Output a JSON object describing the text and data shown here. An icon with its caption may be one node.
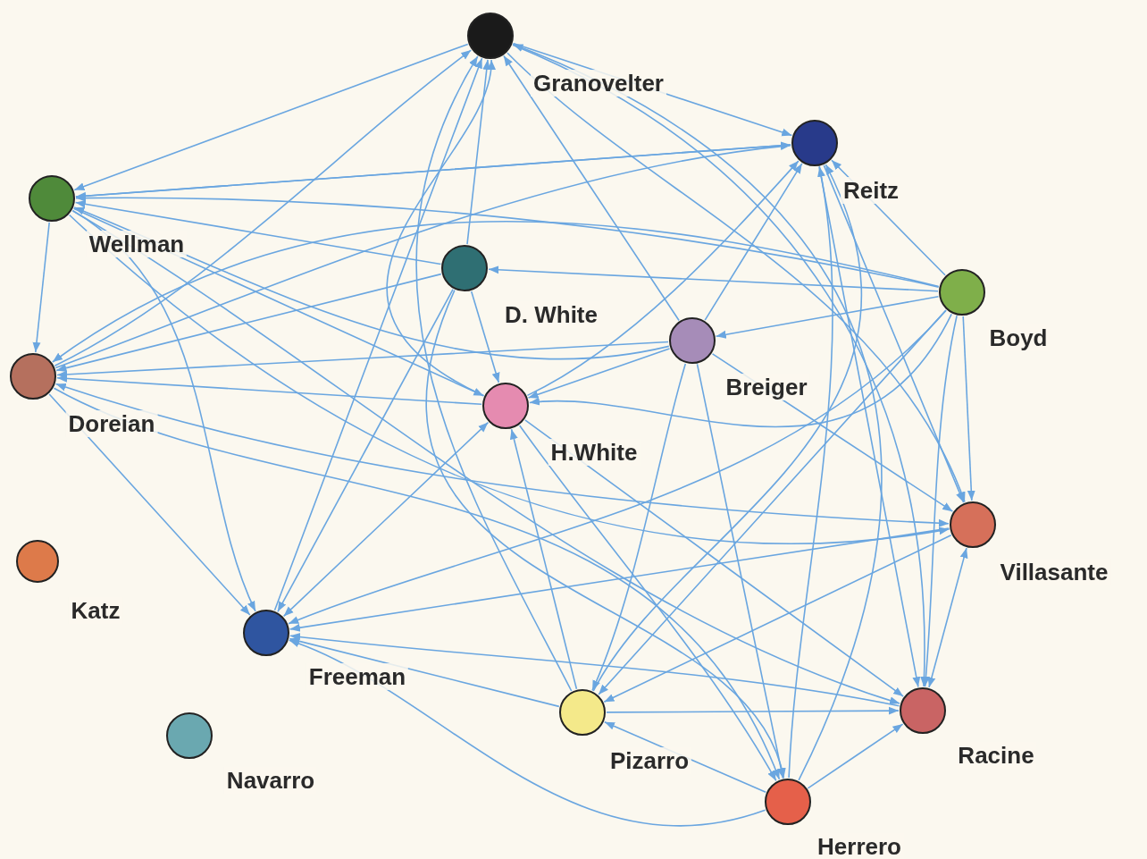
{
  "diagram": {
    "nodes": [
      {
        "text": [
          "Granovelter"
        ]
      },
      {
        "text": [
          "Reitz"
        ]
      },
      {
        "text": [
          "Wellman"
        ]
      },
      {
        "text": [
          "D. White"
        ]
      },
      {
        "text": [
          "Boyd"
        ]
      },
      {
        "text": [
          "Breiger"
        ]
      },
      {
        "text": [
          "Doreian"
        ]
      },
      {
        "text": [
          "H.White"
        ]
      },
      {
        "text": [
          "Villasante"
        ]
      },
      {
        "text": [
          "Katz"
        ]
      },
      {
        "text": [
          "Freeman"
        ]
      },
      {
        "text": [
          "Pizarro"
        ]
      },
      {
        "text": [
          "Racine"
        ]
      },
      {
        "text": [
          "Navarro"
        ]
      },
      {
        "text": [
          "Herrero"
        ]
      }
    ],
    "edges": [
      {
        "from": 0,
        "to": 2,
        "arrow": "to"
      },
      {
        "from": 0,
        "to": 1,
        "arrow": "to"
      },
      {
        "from": 3,
        "to": 0,
        "arrow": "to"
      },
      {
        "from": 7,
        "to": 0,
        "arrow": "to"
      },
      {
        "from": 5,
        "to": 0,
        "arrow": "to"
      },
      {
        "from": 10,
        "to": 0,
        "arrow": "to"
      },
      {
        "from": 11,
        "to": 0,
        "arrow": "to"
      },
      {
        "from": 14,
        "to": 0,
        "arrow": "to"
      },
      {
        "from": 6,
        "to": 0,
        "arrow": "to"
      },
      {
        "from": 2,
        "to": 1,
        "arrow": "to"
      },
      {
        "from": 6,
        "to": 1,
        "arrow": "to"
      },
      {
        "from": 4,
        "to": 1,
        "arrow": "to"
      },
      {
        "from": 5,
        "to": 1,
        "arrow": "to"
      },
      {
        "from": 11,
        "to": 1,
        "arrow": "to"
      },
      {
        "from": 7,
        "to": 1,
        "arrow": "to"
      },
      {
        "from": 14,
        "to": 1,
        "arrow": "to"
      },
      {
        "from": 1,
        "to": 2,
        "arrow": "to"
      },
      {
        "from": 4,
        "to": 2,
        "arrow": "to"
      },
      {
        "from": 5,
        "to": 2,
        "arrow": "to"
      },
      {
        "from": 3,
        "to": 2,
        "arrow": "to"
      },
      {
        "from": 2,
        "to": 6,
        "arrow": "to"
      },
      {
        "from": 4,
        "to": 6,
        "arrow": "to"
      },
      {
        "from": 5,
        "to": 6,
        "arrow": "to"
      },
      {
        "from": 3,
        "to": 6,
        "arrow": "to"
      },
      {
        "from": 7,
        "to": 6,
        "arrow": "to"
      },
      {
        "from": 8,
        "to": 6,
        "arrow": "both"
      },
      {
        "from": 4,
        "to": 5,
        "arrow": "to"
      },
      {
        "from": 4,
        "to": 3,
        "arrow": "to"
      },
      {
        "from": 4,
        "to": 7,
        "arrow": "to"
      },
      {
        "from": 4,
        "to": 8,
        "arrow": "to"
      },
      {
        "from": 4,
        "to": 12,
        "arrow": "to"
      },
      {
        "from": 4,
        "to": 11,
        "arrow": "to"
      },
      {
        "from": 4,
        "to": 10,
        "arrow": "to"
      },
      {
        "from": 5,
        "to": 7,
        "arrow": "to"
      },
      {
        "from": 5,
        "to": 11,
        "arrow": "to"
      },
      {
        "from": 5,
        "to": 14,
        "arrow": "to"
      },
      {
        "from": 5,
        "to": 8,
        "arrow": "to"
      },
      {
        "from": 3,
        "to": 7,
        "arrow": "to"
      },
      {
        "from": 3,
        "to": 10,
        "arrow": "to"
      },
      {
        "from": 7,
        "to": 10,
        "arrow": "both"
      },
      {
        "from": 2,
        "to": 10,
        "arrow": "to"
      },
      {
        "from": 2,
        "to": 8,
        "arrow": "to"
      },
      {
        "from": 2,
        "to": 12,
        "arrow": "to"
      },
      {
        "from": 2,
        "to": 7,
        "arrow": "to"
      },
      {
        "from": 6,
        "to": 10,
        "arrow": "to"
      },
      {
        "from": 6,
        "to": 14,
        "arrow": "to"
      },
      {
        "from": 11,
        "to": 7,
        "arrow": "to"
      },
      {
        "from": 11,
        "to": 10,
        "arrow": "to"
      },
      {
        "from": 11,
        "to": 12,
        "arrow": "to"
      },
      {
        "from": 12,
        "to": 10,
        "arrow": "to"
      },
      {
        "from": 14,
        "to": 10,
        "arrow": "to"
      },
      {
        "from": 14,
        "to": 12,
        "arrow": "to"
      },
      {
        "from": 12,
        "to": 8,
        "arrow": "both"
      },
      {
        "from": 1,
        "to": 8,
        "arrow": "to"
      },
      {
        "from": 1,
        "to": 12,
        "arrow": "to"
      },
      {
        "from": 0,
        "to": 8,
        "arrow": "to"
      },
      {
        "from": 7,
        "to": 14,
        "arrow": "to"
      },
      {
        "from": 7,
        "to": 12,
        "arrow": "to"
      },
      {
        "from": 3,
        "to": 14,
        "arrow": "to"
      },
      {
        "from": 14,
        "to": 11,
        "arrow": "to"
      },
      {
        "from": 0,
        "to": 12,
        "arrow": "to"
      },
      {
        "from": 8,
        "to": 10,
        "arrow": "to"
      },
      {
        "from": 8,
        "to": 11,
        "arrow": "to"
      }
    ]
  }
}
